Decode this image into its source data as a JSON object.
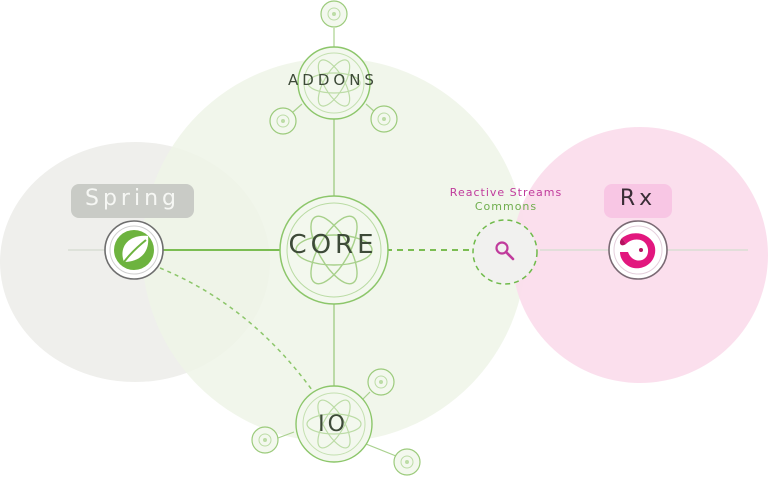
{
  "diagram": {
    "center": {
      "label": "CORE"
    },
    "satellites": {
      "addons": {
        "label": "ADDONS"
      },
      "io": {
        "label": "IO"
      },
      "spring": {
        "label": "Spring",
        "icon": "spring-leaf-icon"
      },
      "rx": {
        "label": "Rx",
        "icon": "reactivex-logo-icon"
      },
      "reactive_streams_commons": {
        "label_line1": "Reactive Streams",
        "label_line2": "Commons",
        "icon": "magnifier-icon"
      }
    },
    "colors": {
      "green_accent": "#6fba4a",
      "green_halo": "#eef4e8",
      "gray_halo": "#efefec",
      "pink_halo": "#fbd9eb",
      "magenta_accent": "#c03b9c"
    }
  }
}
